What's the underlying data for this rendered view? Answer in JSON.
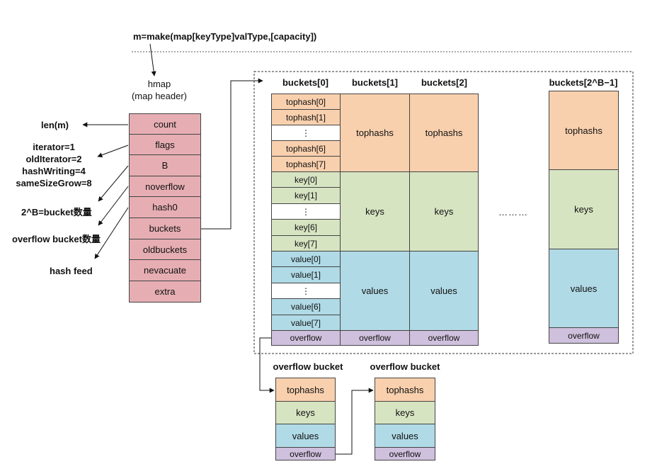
{
  "make_expr": "m=make(map[keyType]valType,[capacity])",
  "hmap": {
    "title": "hmap",
    "subtitle": "(map header)",
    "fields": [
      "count",
      "flags",
      "B",
      "noverflow",
      "hash0",
      "buckets",
      "oldbuckets",
      "nevacuate",
      "extra"
    ]
  },
  "annotations": {
    "len": "len(m)",
    "flags_lines": [
      "iterator=1",
      "oldIterator=2",
      "hashWriting=4",
      "sameSizeGrow=8"
    ],
    "b_count": "2^B=bucket数量",
    "overflow_count": "overflow bucket数量",
    "hash_feed": "hash feed"
  },
  "buckets": {
    "headers": [
      "buckets[0]",
      "buckets[1]",
      "buckets[2]",
      "buckets[2^B−1]"
    ],
    "b0_tophash": [
      "tophash[0]",
      "tophash[1]",
      "⋮",
      "tophash[6]",
      "tophash[7]"
    ],
    "b0_keys": [
      "key[0]",
      "key[1]",
      "⋮",
      "key[6]",
      "key[7]"
    ],
    "b0_values": [
      "value[0]",
      "value[1]",
      "⋮",
      "value[6]",
      "value[7]"
    ],
    "tophashs": "tophashs",
    "keys": "keys",
    "values": "values",
    "overflow": "overflow",
    "ellipsis": "………"
  },
  "overflow_buckets": {
    "title": "overflow bucket",
    "tophashs": "tophashs",
    "keys": "keys",
    "values": "values",
    "overflow": "overflow"
  }
}
